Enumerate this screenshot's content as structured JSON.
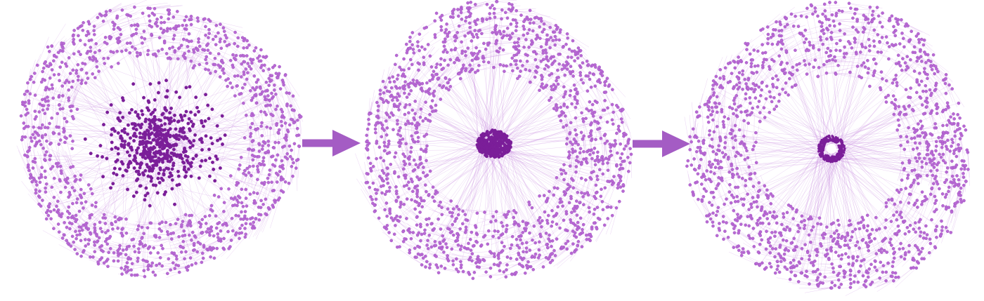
{
  "figure": {
    "panels": [
      {
        "id": "panel-1",
        "stage": 1,
        "core_style": "dense-cluster"
      },
      {
        "id": "panel-2",
        "stage": 2,
        "core_style": "compact-blob"
      },
      {
        "id": "panel-3",
        "stage": 3,
        "core_style": "ring"
      }
    ],
    "arrows": [
      {
        "id": "arrow-1",
        "from": "panel-1",
        "to": "panel-2"
      },
      {
        "id": "arrow-2",
        "from": "panel-2",
        "to": "panel-3"
      }
    ],
    "colors": {
      "background": "#ffffff",
      "outer_node": "#b86ad3",
      "outer_node_stroke": "#9d4cc0",
      "core_node": "#7b1e99",
      "edge": "#c98be0",
      "arrow": "#a45cc4"
    }
  }
}
